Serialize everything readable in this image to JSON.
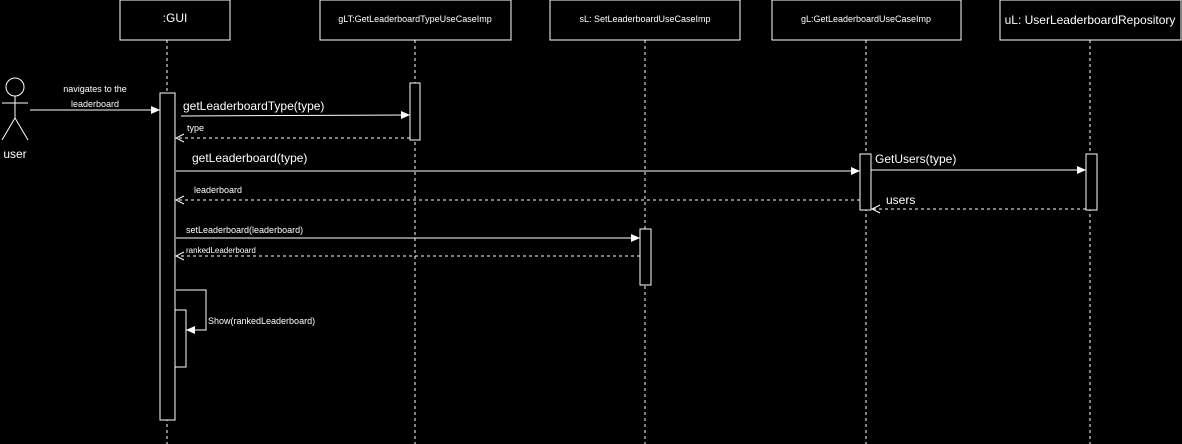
{
  "participants": {
    "gui": ":GUI",
    "glt": "gLT:GetLeaderboardTypeUseCaseImp",
    "sl": "sL: SetLeaderboardUseCaseImp",
    "gl": "gL:GetLeaderboardUseCaseImp",
    "ul": "uL: UserLeaderboardRepository"
  },
  "actor": {
    "label": "user"
  },
  "messages": {
    "navigate_line1": "navigates to the",
    "navigate_line2": "leaderboard",
    "get_type": "getLeaderboardType(type)",
    "type_return": "type",
    "get_leaderboard": "getLeaderboard(type)",
    "get_users": "GetUsers(type)",
    "users_return": "users",
    "leaderboard_return": "leaderboard",
    "set_leaderboard": "setLeaderboard(leaderboard)",
    "ranked_return": "rankedLeaderboard",
    "show": "Show(rankedLeaderboard)"
  }
}
